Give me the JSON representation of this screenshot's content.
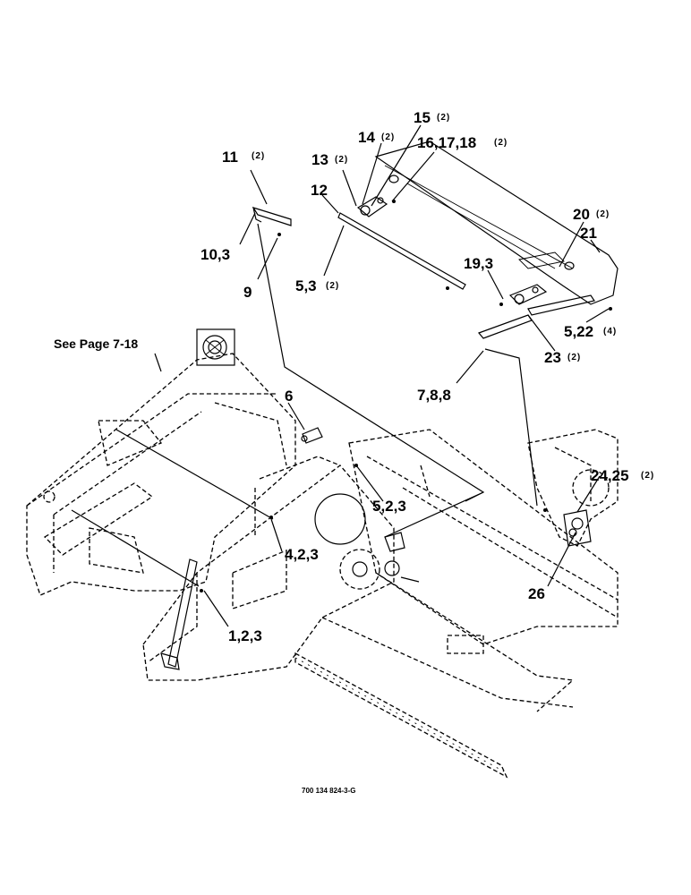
{
  "diagram": {
    "drawing_number": "700 134 824-3-G",
    "reference_note": "See Page 7-18",
    "callouts": [
      {
        "id": "c1",
        "label": "11",
        "qty": "(2)"
      },
      {
        "id": "c2",
        "label": "10,3",
        "qty": ""
      },
      {
        "id": "c3",
        "label": "9",
        "qty": ""
      },
      {
        "id": "c4",
        "label": "15",
        "qty": "(2)"
      },
      {
        "id": "c5",
        "label": "14",
        "qty": "(2)"
      },
      {
        "id": "c6",
        "label": "16,17,18",
        "qty": "(2)"
      },
      {
        "id": "c7",
        "label": "13",
        "qty": "(2)"
      },
      {
        "id": "c8",
        "label": "12",
        "qty": ""
      },
      {
        "id": "c9",
        "label": "5,3",
        "qty": "(2)"
      },
      {
        "id": "c10",
        "label": "20",
        "qty": "(2)"
      },
      {
        "id": "c11",
        "label": "21",
        "qty": ""
      },
      {
        "id": "c12",
        "label": "19,3",
        "qty": ""
      },
      {
        "id": "c13",
        "label": "5,22",
        "qty": "(4)"
      },
      {
        "id": "c14",
        "label": "23",
        "qty": "(2)"
      },
      {
        "id": "c15",
        "label": "7,8,8",
        "qty": ""
      },
      {
        "id": "c16",
        "label": "6",
        "qty": ""
      },
      {
        "id": "c17",
        "label": "5,2,3",
        "qty": ""
      },
      {
        "id": "c18",
        "label": "4,2,3",
        "qty": ""
      },
      {
        "id": "c19",
        "label": "1,2,3",
        "qty": ""
      },
      {
        "id": "c20",
        "label": "24,25",
        "qty": "(2)"
      },
      {
        "id": "c21",
        "label": "26",
        "qty": ""
      }
    ]
  }
}
